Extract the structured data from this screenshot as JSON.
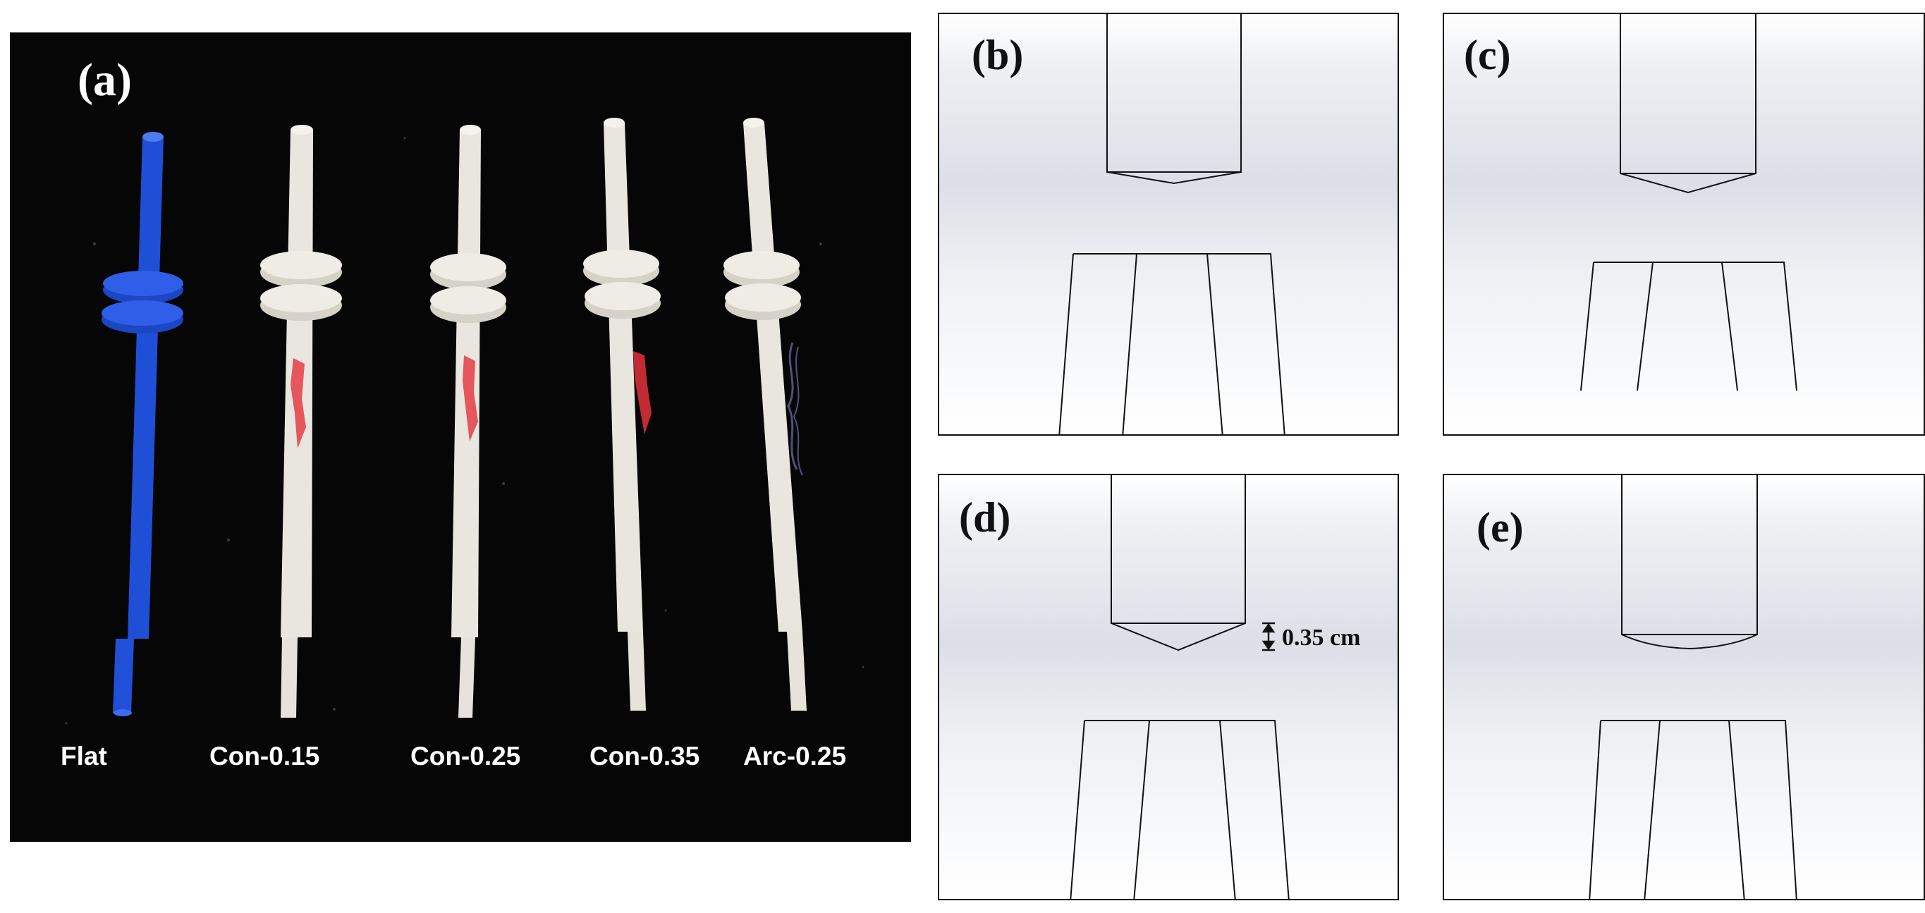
{
  "photo_panel": {
    "label": "(a)",
    "tools": [
      {
        "name": "Flat",
        "color": "#1f4fd6"
      },
      {
        "name": "Con-0.15",
        "color": "#e9e6df"
      },
      {
        "name": "Con-0.25",
        "color": "#e9e6df"
      },
      {
        "name": "Con-0.35",
        "color": "#e9e6df"
      },
      {
        "name": "Arc-0.25",
        "color": "#e9e6df"
      }
    ]
  },
  "schematic_panels": [
    {
      "label": "(b)",
      "tip": "conical"
    },
    {
      "label": "(c)",
      "tip": "conical"
    },
    {
      "label": "(d)",
      "tip": "conical",
      "dimension_label": "0.35 cm"
    },
    {
      "label": "(e)",
      "tip": "arc"
    }
  ],
  "colors": {
    "background": "#060606",
    "line": "#111111",
    "blue_tool": "#1f4fd6",
    "white_tool": "#e9e6df",
    "marker_red": "#e4323c"
  }
}
